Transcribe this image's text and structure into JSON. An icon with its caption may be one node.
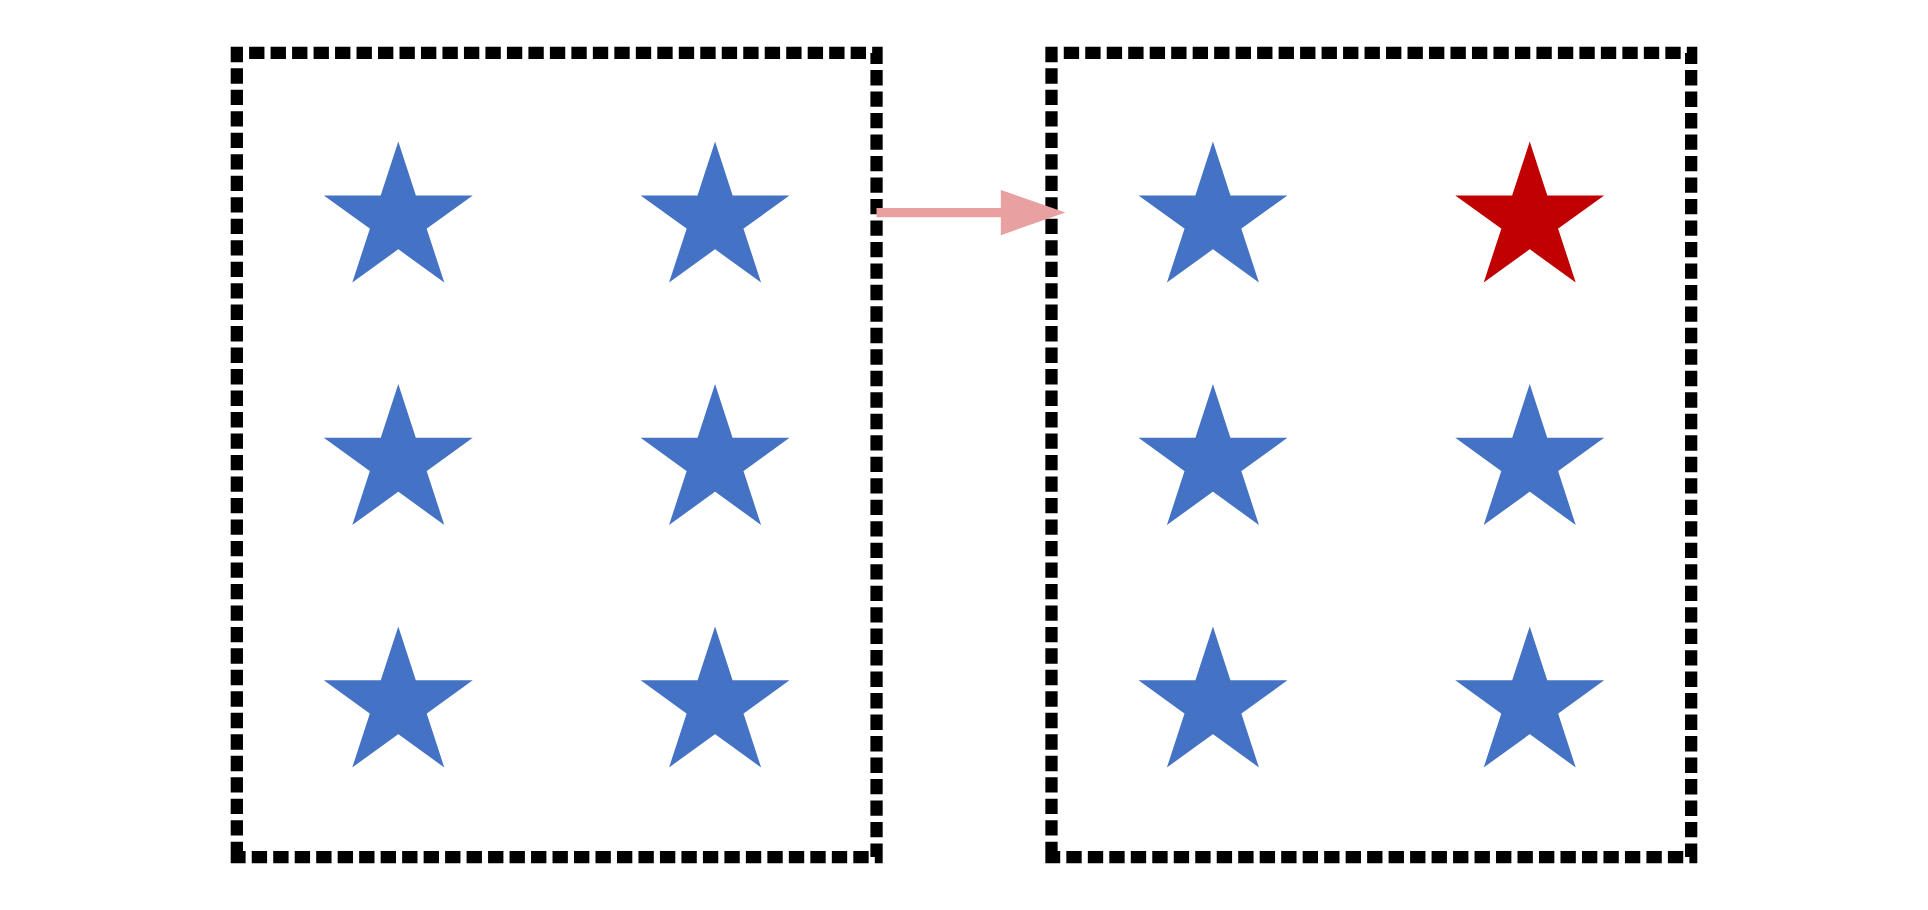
{
  "diagram": {
    "nodes": [
      {
        "text": [],
        "shape": "box"
      },
      {
        "text": [],
        "shape": "star",
        "in": 0
      },
      {
        "text": [],
        "shape": "star",
        "in": 0
      },
      {
        "text": [],
        "shape": "star",
        "in": 0
      },
      {
        "text": [],
        "shape": "star",
        "in": 0
      },
      {
        "text": [],
        "shape": "star",
        "in": 0
      },
      {
        "text": [],
        "shape": "star",
        "in": 0
      },
      {
        "text": [],
        "shape": "box"
      },
      {
        "text": [],
        "shape": "star",
        "in": 7
      },
      {
        "text": [],
        "shape": "star",
        "in": 7
      },
      {
        "text": [],
        "shape": "star",
        "in": 7
      },
      {
        "text": [],
        "shape": "star",
        "in": 7
      },
      {
        "text": [],
        "shape": "star",
        "in": 7
      },
      {
        "text": [],
        "shape": "star",
        "in": 7
      }
    ],
    "edges": [
      {
        "from": 0,
        "to": 7,
        "arrow": "to",
        "color": "#e8a0a0"
      }
    ]
  }
}
